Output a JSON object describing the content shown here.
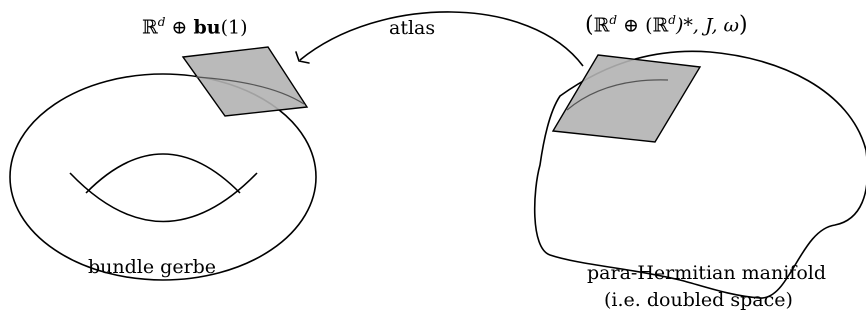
{
  "labels": {
    "torus_tangent": {
      "bb": "ℝ",
      "sup": "d",
      "oplus": " ⊕ ",
      "bu": "bu",
      "rest": "(1)"
    },
    "arrow": "atlas",
    "manifold_tangent": {
      "open": "(",
      "bb1": "ℝ",
      "sup1": "d",
      "mid": " ⊕ (ℝ",
      "sup2": "d",
      "close": ")*, J, ω",
      "end": ")"
    },
    "left_caption": "bundle gerbe",
    "right_caption_1": "para-Hermitian manifold",
    "right_caption_2": "(i.e. doubled space)"
  },
  "colors": {
    "plane_fill": "#b3b3b3",
    "stroke": "#000000"
  }
}
